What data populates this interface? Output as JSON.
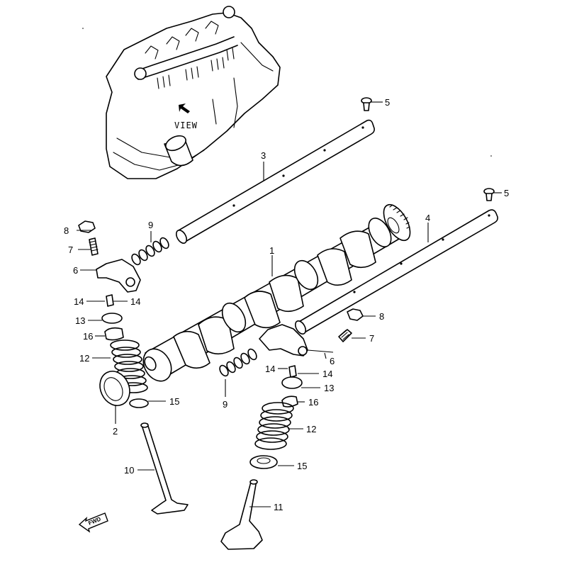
{
  "inset": {
    "view_label": "VIEW"
  },
  "fwd_label": "FWD",
  "callouts": {
    "c1": "1",
    "c2": "2",
    "c3": "3",
    "c4": "4",
    "c5a": "5",
    "c5b": "5",
    "c6a": "6",
    "c6b": "6",
    "c7a": "7",
    "c7b": "7",
    "c8a": "8",
    "c8b": "8",
    "c9a": "9",
    "c9b": "9",
    "c10": "10",
    "c11": "11",
    "c12a": "12",
    "c12b": "12",
    "c13a": "13",
    "c13b": "13",
    "c14a": "14",
    "c14b": "14",
    "c14c": "14",
    "c14d": "14",
    "c15a": "15",
    "c15b": "15",
    "c16a": "16",
    "c16b": "16"
  }
}
